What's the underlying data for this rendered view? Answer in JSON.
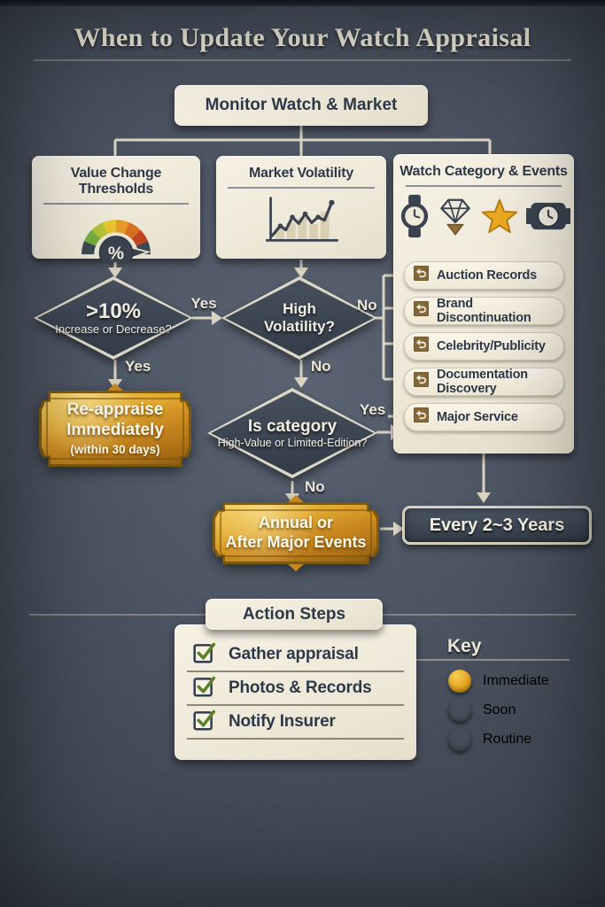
{
  "title": "When to Update Your Watch Appraisal",
  "flow": {
    "monitor_label": "Monitor Watch & Market",
    "value_change": {
      "title": "Value Change Thresholds",
      "icon": "gauge-percent-icon"
    },
    "market_volatility": {
      "title": "Market Volatility",
      "icon": "line-chart-icon"
    },
    "watch_category": {
      "title": "Watch Category & Events",
      "icons": [
        "wristwatch-icon",
        "diamond-icon",
        "star-icon",
        "bracelet-watch-icon"
      ],
      "event_icon": "update-arrow-icon",
      "events": [
        {
          "label": "Auction Records"
        },
        {
          "label": "Brand Discontinuation"
        },
        {
          "label": "Celebrity/Publicity"
        },
        {
          "label": "Documentation Discovery"
        },
        {
          "label": "Major Service"
        }
      ]
    },
    "decision_threshold": {
      "line1": ">10%",
      "line2": "Increase or Decrease?",
      "label_right": "Yes",
      "label_down": "Yes"
    },
    "decision_volatility": {
      "line1": "High",
      "line2": "Volatility?",
      "label_right": "No",
      "label_down": "No"
    },
    "decision_category": {
      "line1": "Is category",
      "line2": "High-Value or Limited-Edition?",
      "label_right": "Yes",
      "label_down": "No"
    },
    "outcome_immediate": {
      "line1": "Re-appraise",
      "line2": "Immediately",
      "line3": "(within 30 days)"
    },
    "outcome_annual": {
      "line1": "Annual or",
      "line2": "After Major Events"
    },
    "outcome_routine": {
      "label": "Every 2~3 Years"
    }
  },
  "action_steps": {
    "title": "Action Steps",
    "item_icon": "checked-checkbox-icon",
    "items": [
      {
        "label": "Gather appraisal"
      },
      {
        "label": "Photos & Records"
      },
      {
        "label": "Notify Insurer"
      }
    ]
  },
  "key": {
    "title": "Key",
    "items": [
      {
        "label": "Immediate",
        "color": "#e3a41e"
      },
      {
        "label": "Soon",
        "color": "#dd7519"
      },
      {
        "label": "Routine",
        "color": "#a8a8aa"
      }
    ]
  },
  "colors": {
    "background": "#4b5462",
    "card": "#f0ebdd",
    "ink": "#2d3949",
    "diamond_fill": "#3a4450",
    "gold_badge": "#d99a23",
    "connector": "#d9d3c1"
  }
}
